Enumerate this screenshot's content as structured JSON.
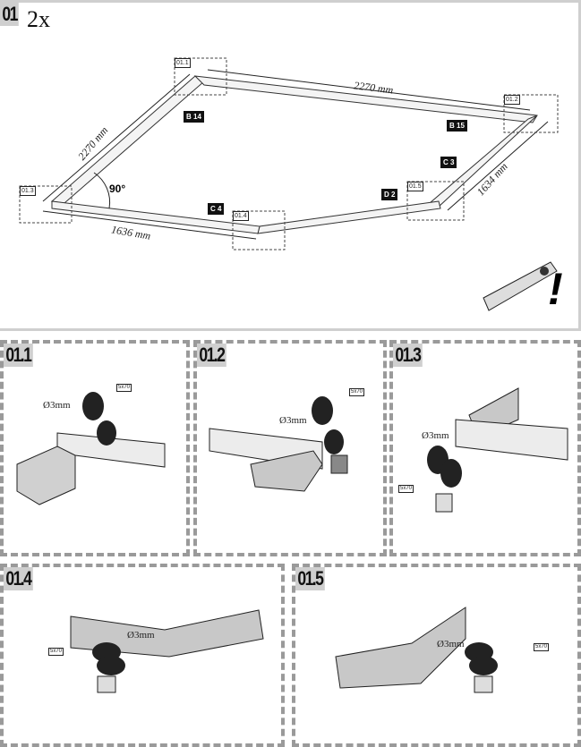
{
  "step": {
    "number": "01",
    "quantity": "2x"
  },
  "main": {
    "dimensions": {
      "top": "2270 mm",
      "left": "2270 mm",
      "bottom": "1636 mm",
      "right": "1634 mm"
    },
    "angle": "90°",
    "parts": [
      "B 14",
      "B 15",
      "C 3",
      "D 2",
      "C 4"
    ],
    "detail_refs": [
      "01.1",
      "01.2",
      "01.3",
      "01.4",
      "01.5"
    ],
    "warning": "!"
  },
  "details": [
    {
      "label": "01.1",
      "drill": "Ø3mm",
      "screw": "5x70"
    },
    {
      "label": "01.2",
      "drill": "Ø3mm",
      "screw": "5x70"
    },
    {
      "label": "01.3",
      "drill": "Ø3mm",
      "screw": "5x70"
    },
    {
      "label": "01.4",
      "drill": "Ø3mm",
      "screw": "5x70"
    },
    {
      "label": "01.5",
      "drill": "Ø3mm",
      "screw": "5x70"
    }
  ]
}
